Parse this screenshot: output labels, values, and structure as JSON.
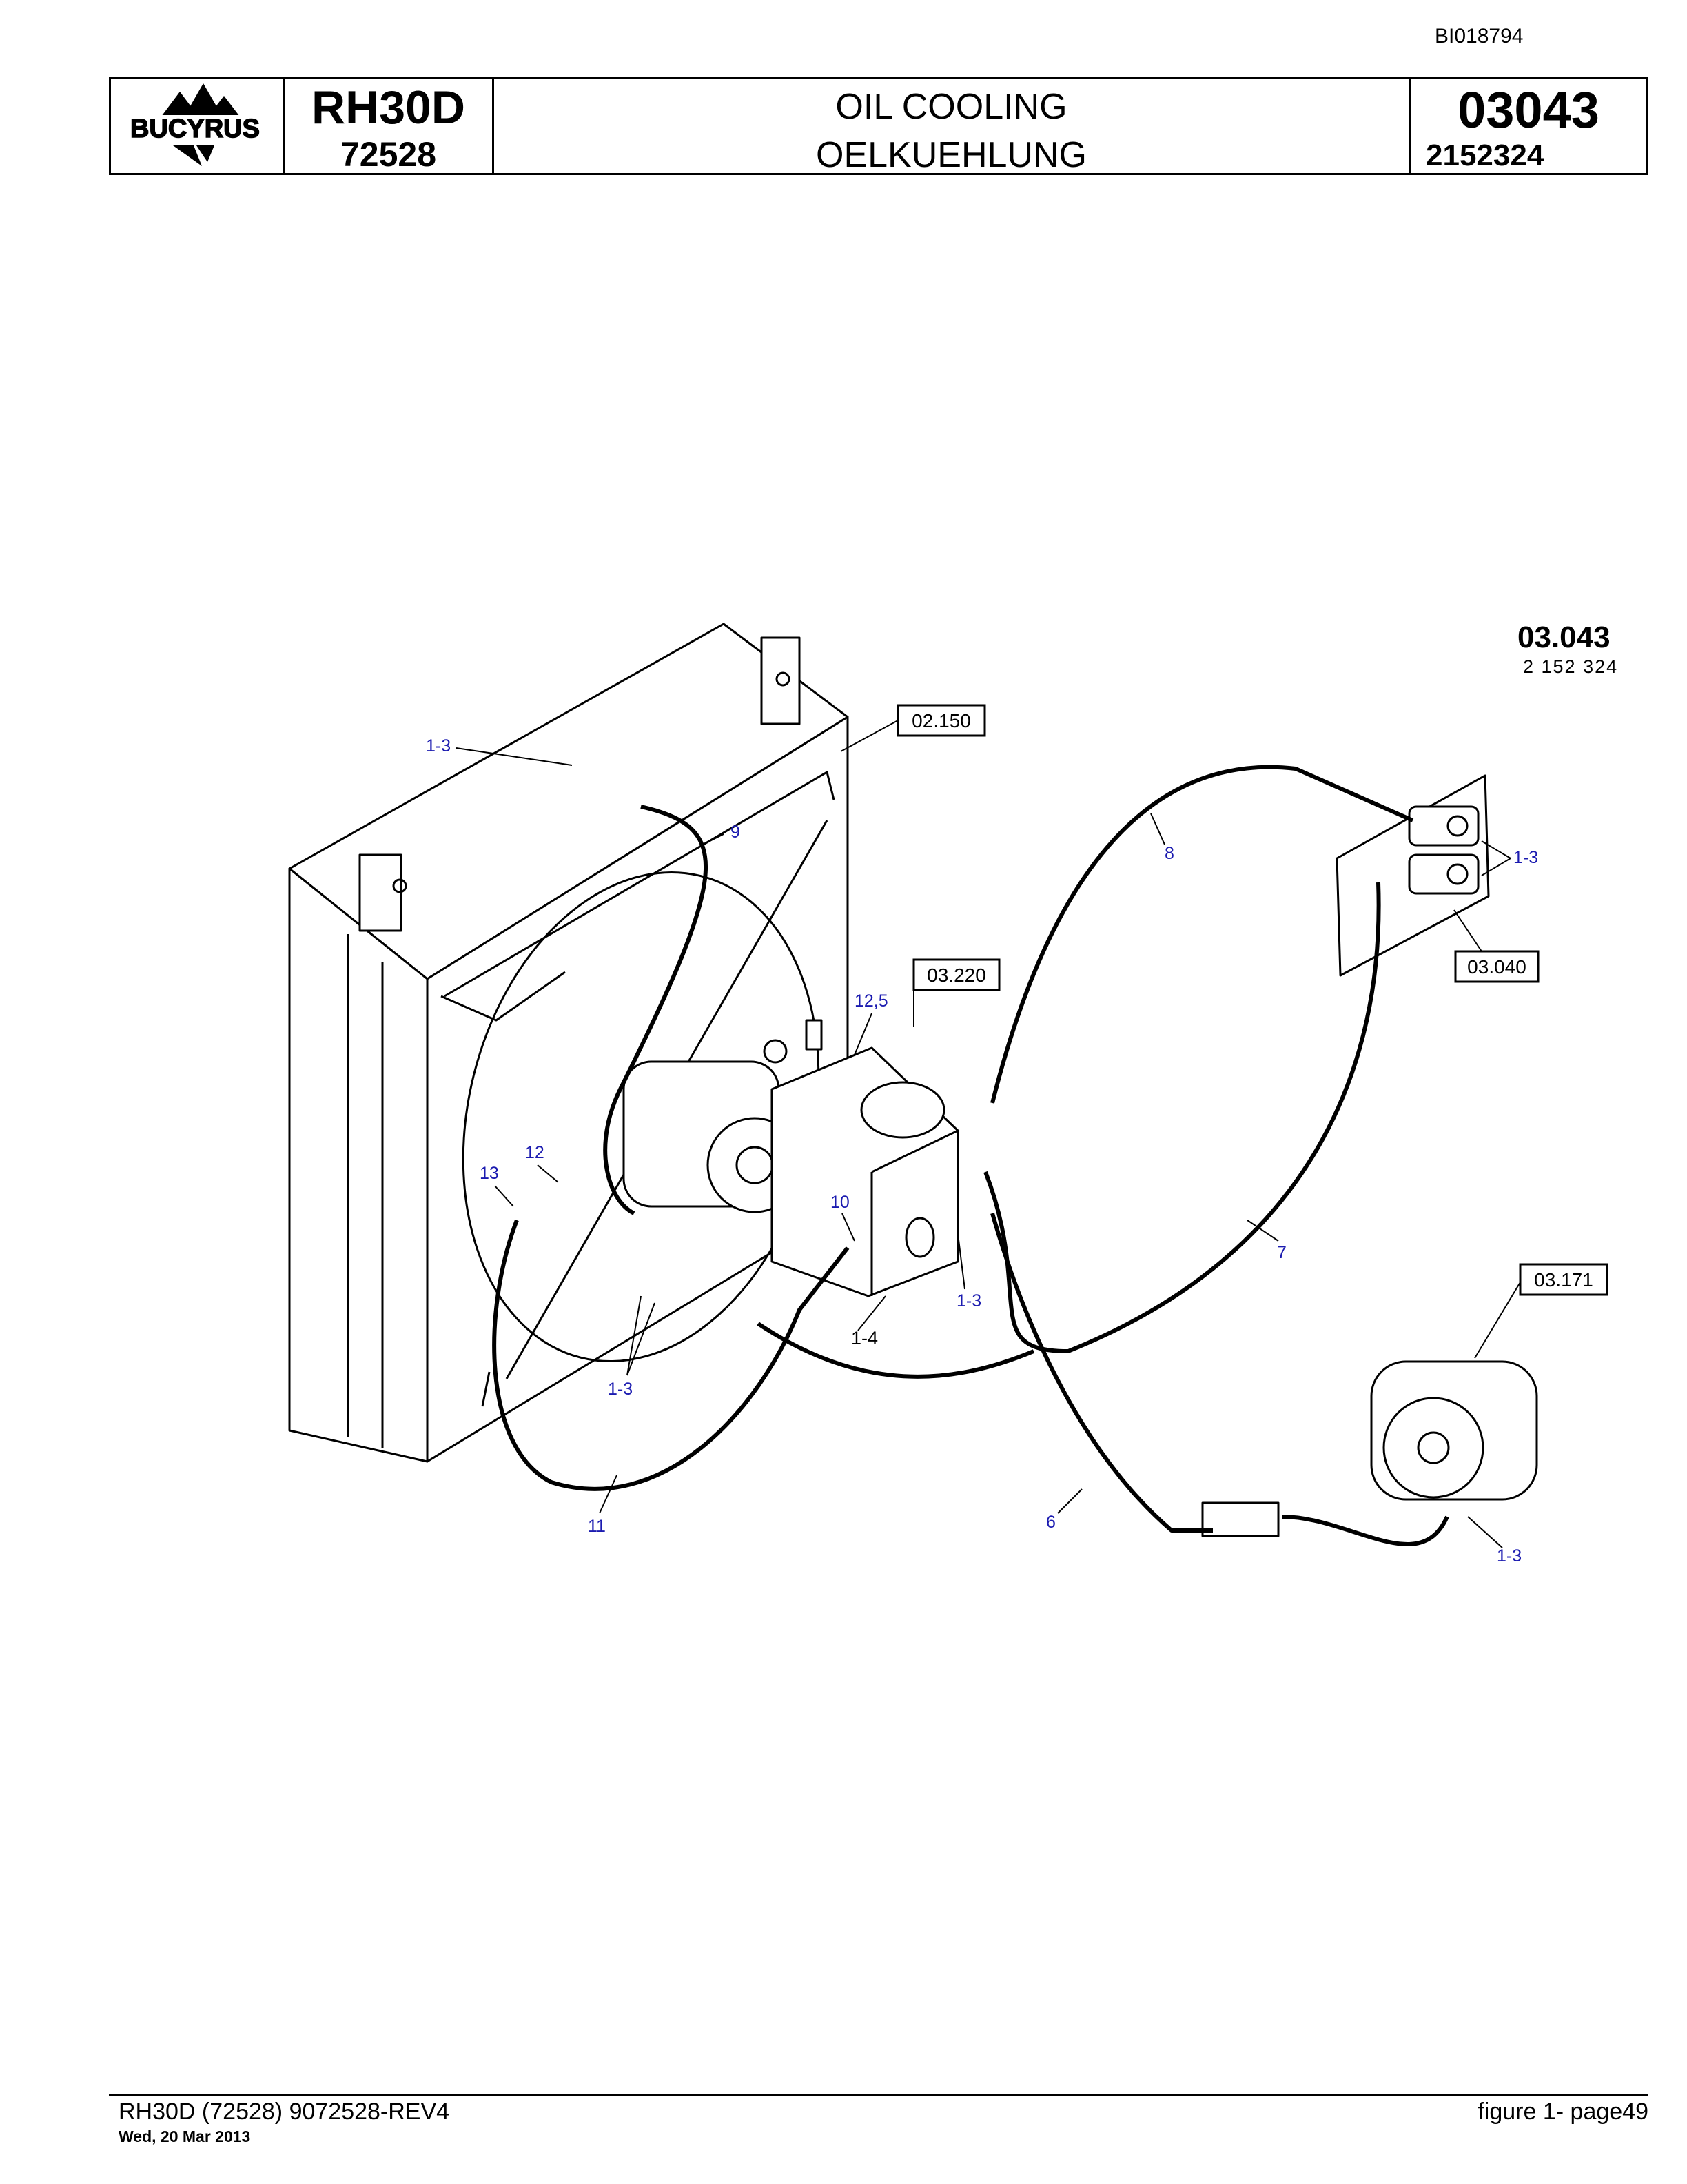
{
  "header": {
    "doc_id": "BI018794",
    "logo_text": "BUCYRUS",
    "model": "RH30D",
    "serial": "72528",
    "title_en": "OIL COOLING",
    "title_de": "OELKUEHLUNG",
    "figure_number": "03043",
    "part_number": "2152324"
  },
  "drawing": {
    "corner_ref": "03.043",
    "corner_part": "2 152 324",
    "ref_boxes": [
      "02.150",
      "03.220",
      "03.040",
      "03.171"
    ],
    "callouts": {
      "c1": "1-3",
      "c2": "9",
      "c3": "8",
      "c4": "1-3",
      "c5": "12,5",
      "c6": "13",
      "c7": "12",
      "c8": "10",
      "c9": "1-3",
      "c10": "1-4",
      "c11": "7",
      "c12": "1-3",
      "c13": "11",
      "c14": "6",
      "c15": "1-3"
    }
  },
  "footer": {
    "left": "RH30D (72528) 9072528-REV4",
    "date": "Wed, 20 Mar 2013",
    "right": "figure  1- page49"
  },
  "colors": {
    "callout": "#1b1bb0",
    "line": "#000000"
  }
}
